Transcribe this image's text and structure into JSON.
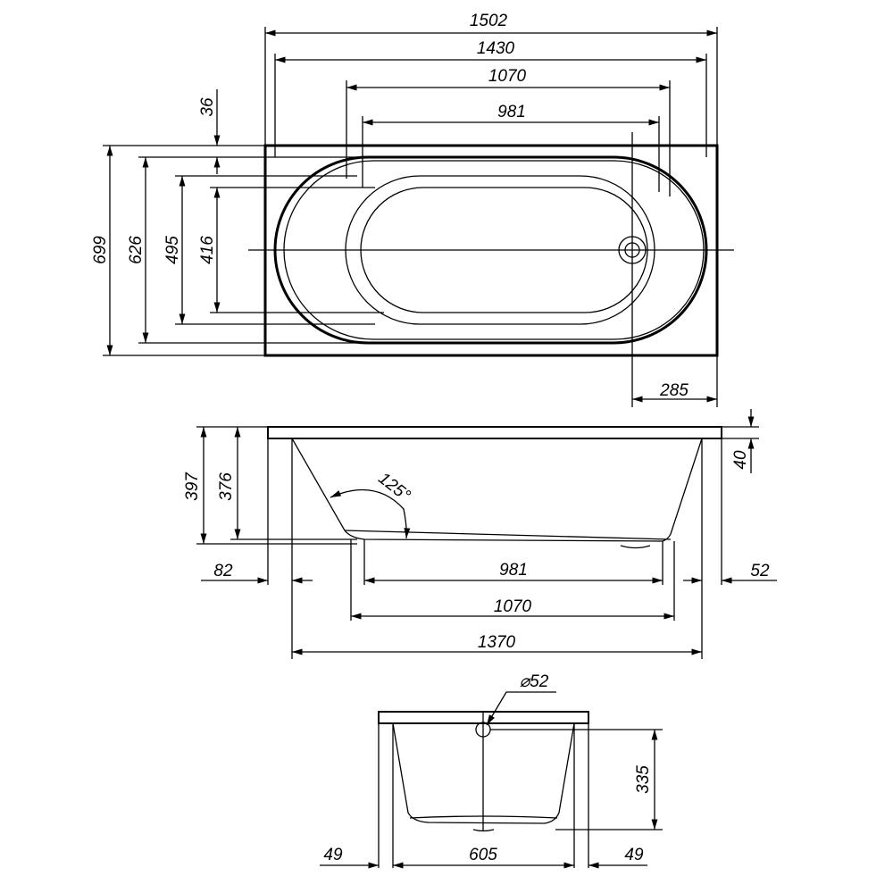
{
  "top_view": {
    "dims": {
      "overall_length": "1502",
      "rim_length": "1430",
      "bowl_length": "1070",
      "bottom_length": "981",
      "rim_offset": "36",
      "overall_width": "699",
      "rim_width": "626",
      "bowl_width": "495",
      "bottom_width": "416",
      "drain_offset": "285"
    }
  },
  "side_view": {
    "dims": {
      "overall_height": "397",
      "bowl_depth": "376",
      "rim_thickness": "40",
      "left_offset": "82",
      "right_offset": "52",
      "bottom_length": "981",
      "bowl_length": "1070",
      "body_length": "1370",
      "angle": "125°"
    }
  },
  "end_view": {
    "dims": {
      "drain_diameter": "⌀52",
      "overflow_height": "335",
      "left_offset": "49",
      "body_width": "605",
      "right_offset": "49"
    }
  }
}
